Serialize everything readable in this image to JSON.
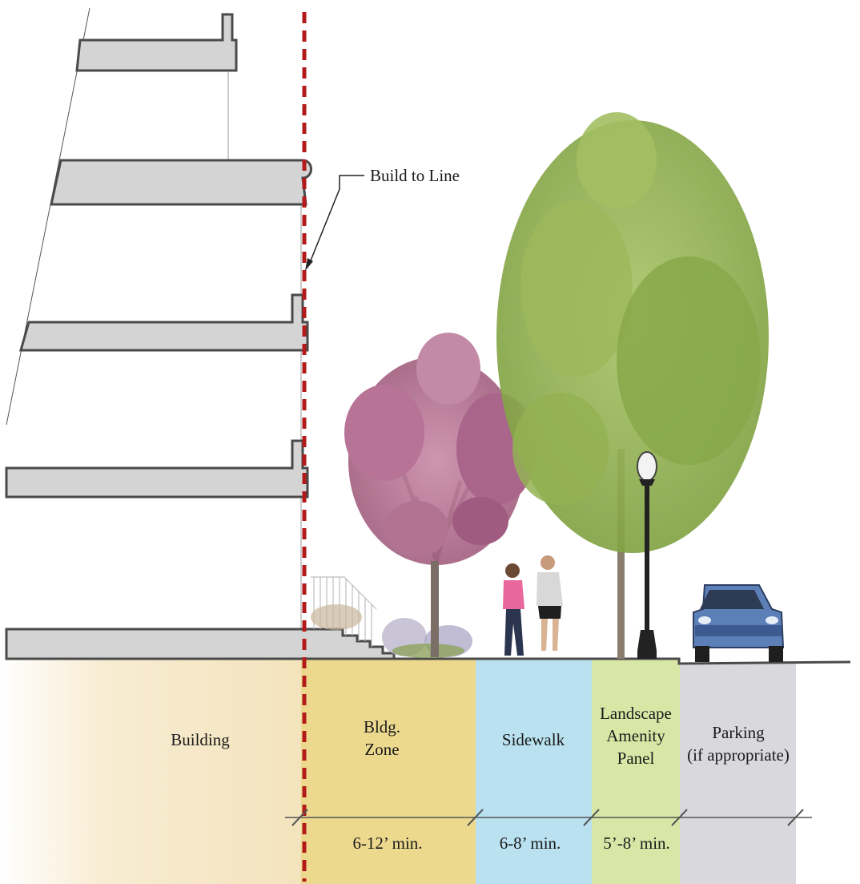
{
  "callout": {
    "build_to_line": "Build to Line"
  },
  "zones": [
    {
      "id": "building",
      "lines": [
        "Building"
      ],
      "color": "#f5e7c4"
    },
    {
      "id": "bldg-zone",
      "lines": [
        "Bldg.",
        "Zone"
      ],
      "color": "#ecd98e"
    },
    {
      "id": "sidewalk",
      "lines": [
        "Sidewalk"
      ],
      "color": "#b9e1ef"
    },
    {
      "id": "landscape",
      "lines": [
        "Landscape",
        "Amenity",
        "Panel"
      ],
      "color": "#d9e7a6"
    },
    {
      "id": "parking",
      "lines": [
        "Parking",
        "(if appropriate)"
      ],
      "color": "#d9d9dd"
    }
  ],
  "dimensions": [
    {
      "zone": "bldg-zone",
      "label": "6-12’ min."
    },
    {
      "zone": "sidewalk",
      "label": "6-8’ min."
    },
    {
      "zone": "landscape",
      "label": "5’-8’ min."
    }
  ],
  "colors": {
    "build_line": "#b31b1b",
    "slab_fill": "#d4d4d4",
    "slab_stroke": "#4a4a4a",
    "tree_green": "#8fb04a",
    "blossom_pink": "#b06a8c",
    "car_blue": "#5d7fb8"
  }
}
